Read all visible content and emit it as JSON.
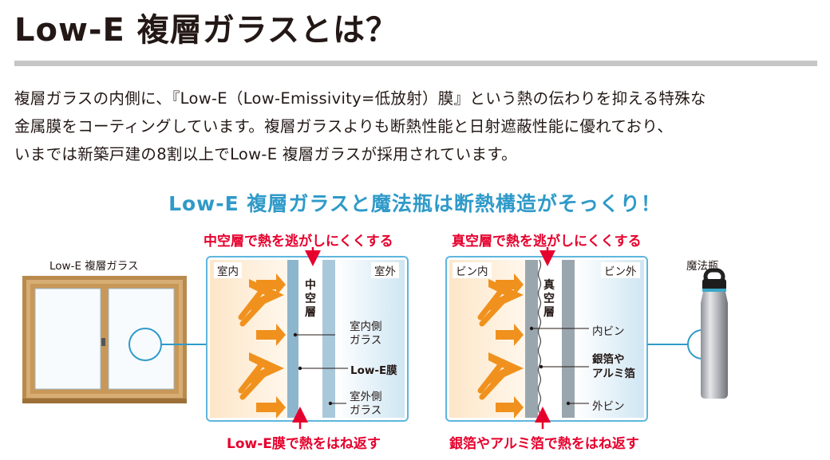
{
  "header": {
    "title": "Low-E 複層ガラスとは？"
  },
  "intro": {
    "lines": [
      "複層ガラスの内側に､『Low-E（Low-Emissivity=低放射）膜』という熱の伝わりを抑える特殊な",
      "金属膜をコーティングしています。複層ガラスよりも断熱性能と日射遮蔽性能に優れており、",
      "いまでは新築戸建の8割以上でLow-E 複層ガラスが採用されています。"
    ]
  },
  "comparison_heading": "Low-E 複層ガラスと魔法瓶は断熱構造がそっくり！",
  "glass_diagram": {
    "product_label": "Low-E 複層ガラス",
    "top_callout": "中空層で熱を逃がしにくくする",
    "bottom_callout": "Low-E膜で熱をはね返す",
    "side_inside": "室内",
    "side_outside": "室外",
    "layer_label": "中空層",
    "parts": [
      "室内側\nガラス",
      "Low-E膜",
      "室外側\nガラス"
    ]
  },
  "bottle_diagram": {
    "product_label": "魔法瓶",
    "top_callout": "真空層で熱を逃がしにくくする",
    "bottom_callout": "銀箔やアルミ箔で熱をはね返す",
    "side_inside": "ビン内",
    "side_outside": "ビン外",
    "layer_label": "真空層",
    "parts": [
      "内ビン",
      "銀箔や\nアルミ箔",
      "外ビン"
    ]
  },
  "colors": {
    "accent_blue": "#2f9ac9",
    "callout_red": "#e6002d",
    "arrow_orange": "#f0911e",
    "glass_blue": "#8db6cd",
    "frame_wood": "#b98a4e"
  }
}
